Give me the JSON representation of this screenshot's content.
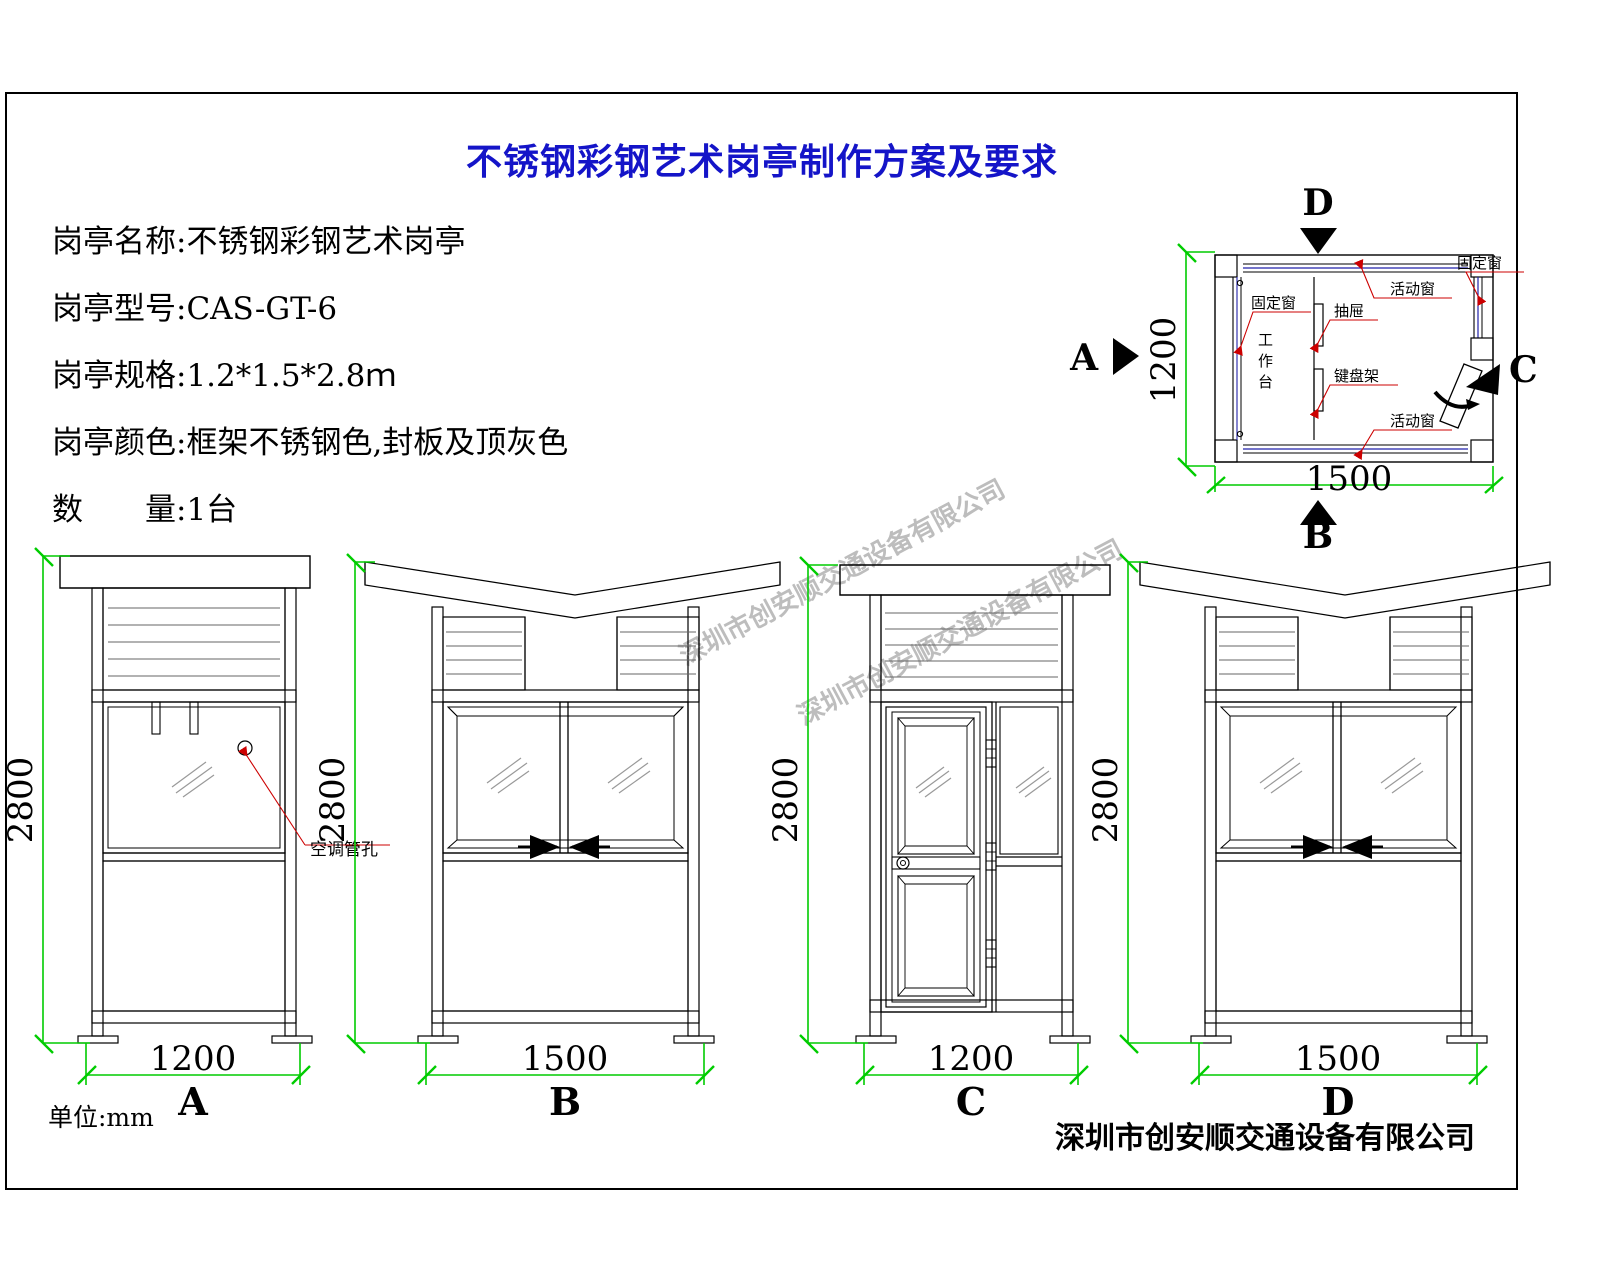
{
  "document": {
    "title": "不锈钢彩钢艺术岗亭制作方案及要求",
    "title_color": "#1414c8",
    "unit_note": "单位:mm",
    "company": "深圳市创安顺交通设备有限公司",
    "watermark": "深圳市创安顺交通设备有限公司",
    "dimension_color": "#00cc00",
    "leader_color": "#cc0000"
  },
  "specs": [
    {
      "label": "岗亭名称:",
      "value": "不锈钢彩钢艺术岗亭",
      "full": "岗亭名称:不锈钢彩钢艺术岗亭"
    },
    {
      "label": "岗亭型号:",
      "value": "CAS-GT-6",
      "full": "岗亭型号:CAS-GT-6"
    },
    {
      "label": "岗亭规格:",
      "value": "1.2*1.5*2.8ｍ",
      "full": "岗亭规格:1.2*1.5*2.8ｍ"
    },
    {
      "label": "岗亭颜色:",
      "value": "框架不锈钢色,封板及顶灰色",
      "full": "岗亭颜色:框架不锈钢色,封板及顶灰色"
    },
    {
      "label": "数　　量:",
      "value": "1台",
      "full": "数　　量:1台"
    }
  ],
  "plan_view": {
    "width_dim": "1500",
    "depth_dim": "1200",
    "section_marks": [
      {
        "name": "A",
        "label": "A",
        "direction": "right"
      },
      {
        "name": "B",
        "label": "B",
        "direction": "up"
      },
      {
        "name": "C",
        "label": "C",
        "direction": "up-left"
      },
      {
        "name": "D",
        "label": "D",
        "direction": "down"
      }
    ],
    "callouts": [
      {
        "name": "fixed-window-left",
        "label": "固定窗"
      },
      {
        "name": "fixed-window-right",
        "label": "固定窗"
      },
      {
        "name": "movable-window-top",
        "label": "活动窗"
      },
      {
        "name": "movable-window-bottom",
        "label": "活动窗"
      },
      {
        "name": "drawer",
        "label": "抽屉"
      },
      {
        "name": "keyboard-tray",
        "label": "键盘架"
      },
      {
        "name": "work-desk",
        "label": "工作台"
      }
    ]
  },
  "elevations": [
    {
      "name": "elevation-a",
      "label": "A",
      "height_dim": "2800",
      "width_dim": "1200",
      "roof": "flat",
      "callouts": [
        {
          "name": "ac-pipe-hole",
          "label": "空调管孔"
        }
      ],
      "features": [
        "louver",
        "fixed-window",
        "solid-panel"
      ]
    },
    {
      "name": "elevation-b",
      "label": "B",
      "height_dim": "2800",
      "width_dim": "1500",
      "roof": "v-shape",
      "callouts": [],
      "features": [
        "louver",
        "sliding-window",
        "solid-panel"
      ]
    },
    {
      "name": "elevation-c",
      "label": "C",
      "height_dim": "2800",
      "width_dim": "1200",
      "roof": "flat",
      "callouts": [],
      "features": [
        "louver",
        "door",
        "hinges",
        "lock",
        "side-panel"
      ]
    },
    {
      "name": "elevation-d",
      "label": "D",
      "height_dim": "2800",
      "width_dim": "1500",
      "roof": "v-shape",
      "callouts": [],
      "features": [
        "louver",
        "sliding-window",
        "solid-panel"
      ]
    }
  ]
}
